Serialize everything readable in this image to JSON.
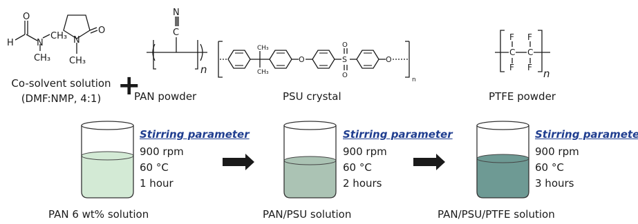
{
  "chemicals": {
    "cosolvent": {
      "label_line1": "Co-solvent solution",
      "label_line2": "(DMF:NMP, 4:1)",
      "dmf_atoms": {
        "o": "O",
        "h": "H",
        "n": "N",
        "ch3_a": "CH₃",
        "ch3_b": "CH₃"
      },
      "nmp_atoms": {
        "o": "O",
        "n": "N",
        "ch3": "CH₃"
      }
    },
    "plus_sign": "+",
    "pan": {
      "label": "PAN powder",
      "n_atom": "N",
      "c_atom": "C",
      "subscript": "n"
    },
    "psu": {
      "label": "PSU crystal",
      "o1": "O",
      "o2": "O",
      "s": "S",
      "o_top": "O",
      "o_bot": "O",
      "ch3_top": "CH₃",
      "ch3_bot": "CH₃",
      "subscript": "n"
    },
    "ptfe": {
      "label": "PTFE powder",
      "f": "F",
      "c": "C",
      "subscript": "n"
    }
  },
  "steps": [
    {
      "solution": "PAN 6 wt% solution",
      "param_title": "Stirring parameter",
      "speed": "900 rpm",
      "temp": "60 °C",
      "time": "1 hour",
      "liquid_color": "#d3ead5"
    },
    {
      "solution": "PAN/PSU solution",
      "param_title": "Stirring parameter",
      "speed": "900 rpm",
      "temp": "60 °C",
      "time": "2 hours",
      "liquid_color": "#abc3b4"
    },
    {
      "solution": "PAN/PSU/PTFE solution",
      "param_title": "Stirring parameter",
      "speed": "900 rpm",
      "temp": "60 °C",
      "time": "3 hours",
      "liquid_color": "#6e9a94"
    }
  ]
}
